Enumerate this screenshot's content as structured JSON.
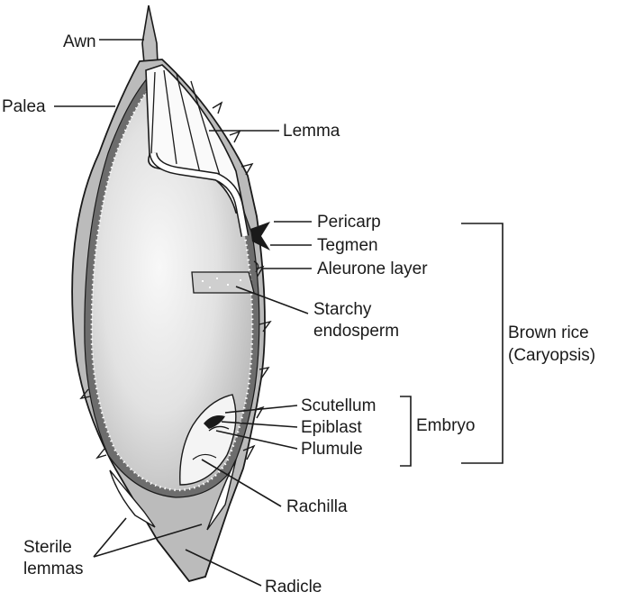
{
  "labels": {
    "awn": "Awn",
    "palea": "Palea",
    "lemma": "Lemma",
    "pericarp": "Pericarp",
    "tegmen": "Tegmen",
    "aleurone": "Aleurone layer",
    "starchy_1": "Starchy",
    "starchy_2": "endosperm",
    "brown_rice_1": "Brown rice",
    "brown_rice_2": "(Caryopsis)",
    "scutellum": "Scutellum",
    "epiblast": "Epiblast",
    "plumule": "Plumule",
    "embryo": "Embryo",
    "rachilla": "Rachilla",
    "sterile_1": "Sterile",
    "sterile_2": "lemmas",
    "radicle": "Radicle"
  },
  "colors": {
    "ink": "#1a1a1a",
    "hull": "#b9b9b9",
    "endosperm_light": "#f7f7f7",
    "endosperm_dark": "#bdbdbd"
  }
}
